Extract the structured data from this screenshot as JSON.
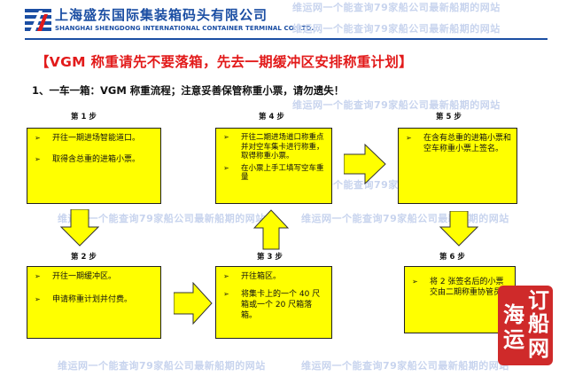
{
  "header": {
    "company_cn": "上海盛东国际集装箱码头有限公司",
    "company_en": "SHANGHAI SHENGDONG INTERNATIONAL CONTAINER TERMINAL CO.,LTD."
  },
  "title": "【VGM 称重请先不要落箱，先去一期缓冲区安排称重计划】",
  "subtitle": "1、一车一箱：VGM 称重流程；注意妥善保管称重小票，请勿遗失！",
  "watermark_text": "维运网一个能查询79家船公司最新船期的网站",
  "steps": {
    "s1": {
      "label": "第 1 步",
      "items": [
        "开往一期进场智能道口。",
        "取得含总重的进箱小票。"
      ]
    },
    "s2": {
      "label": "第 2 步",
      "items": [
        "开往一期缓冲区。",
        "申请称重计划并付费。"
      ]
    },
    "s3": {
      "label": "第 3 步",
      "items": [
        "开往箱区。",
        "将集卡上的一个 40 尺箱或一个 20 尺箱落箱。"
      ]
    },
    "s4": {
      "label": "第 4 步",
      "items": [
        "开往二期进场道口称重点并对空车集卡进行称重，取得称重小票。",
        "在小票上手工填写空车重量"
      ]
    },
    "s5": {
      "label": "第 5 步",
      "items": [
        "在含有总重的进箱小票和空车称重小票上签名。"
      ]
    },
    "s6": {
      "label": "第 6 步",
      "items": [
        "将 2 张签名后的小票交由二期称重协管员。"
      ]
    }
  },
  "bullet_glyph": "➢",
  "seal": {
    "chars": [
      "订",
      "船",
      "海",
      "运",
      "网"
    ]
  },
  "colors": {
    "brand_blue": "#1b4ea3",
    "title_red": "#e21a1a",
    "box_yellow": "#ffff00",
    "seal_red": "#cf2a2a"
  }
}
